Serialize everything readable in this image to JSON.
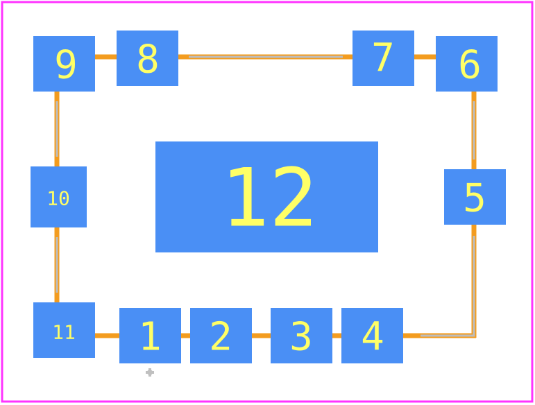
{
  "board": {
    "outline_color": "#ff33ff",
    "pad_color": "#4a8ff5",
    "label_color": "#ffff66",
    "trace_color": "#f39c1f",
    "trace_core_color": "#bdbdbd",
    "origin_marker_color": "#c0c0c0"
  },
  "pads": [
    {
      "id": "1",
      "label": "1"
    },
    {
      "id": "2",
      "label": "2"
    },
    {
      "id": "3",
      "label": "3"
    },
    {
      "id": "4",
      "label": "4"
    },
    {
      "id": "5",
      "label": "5"
    },
    {
      "id": "6",
      "label": "6"
    },
    {
      "id": "7",
      "label": "7"
    },
    {
      "id": "8",
      "label": "8"
    },
    {
      "id": "9",
      "label": "9"
    },
    {
      "id": "10",
      "label": "10"
    },
    {
      "id": "11",
      "label": "11"
    },
    {
      "id": "12",
      "label": "12"
    }
  ]
}
